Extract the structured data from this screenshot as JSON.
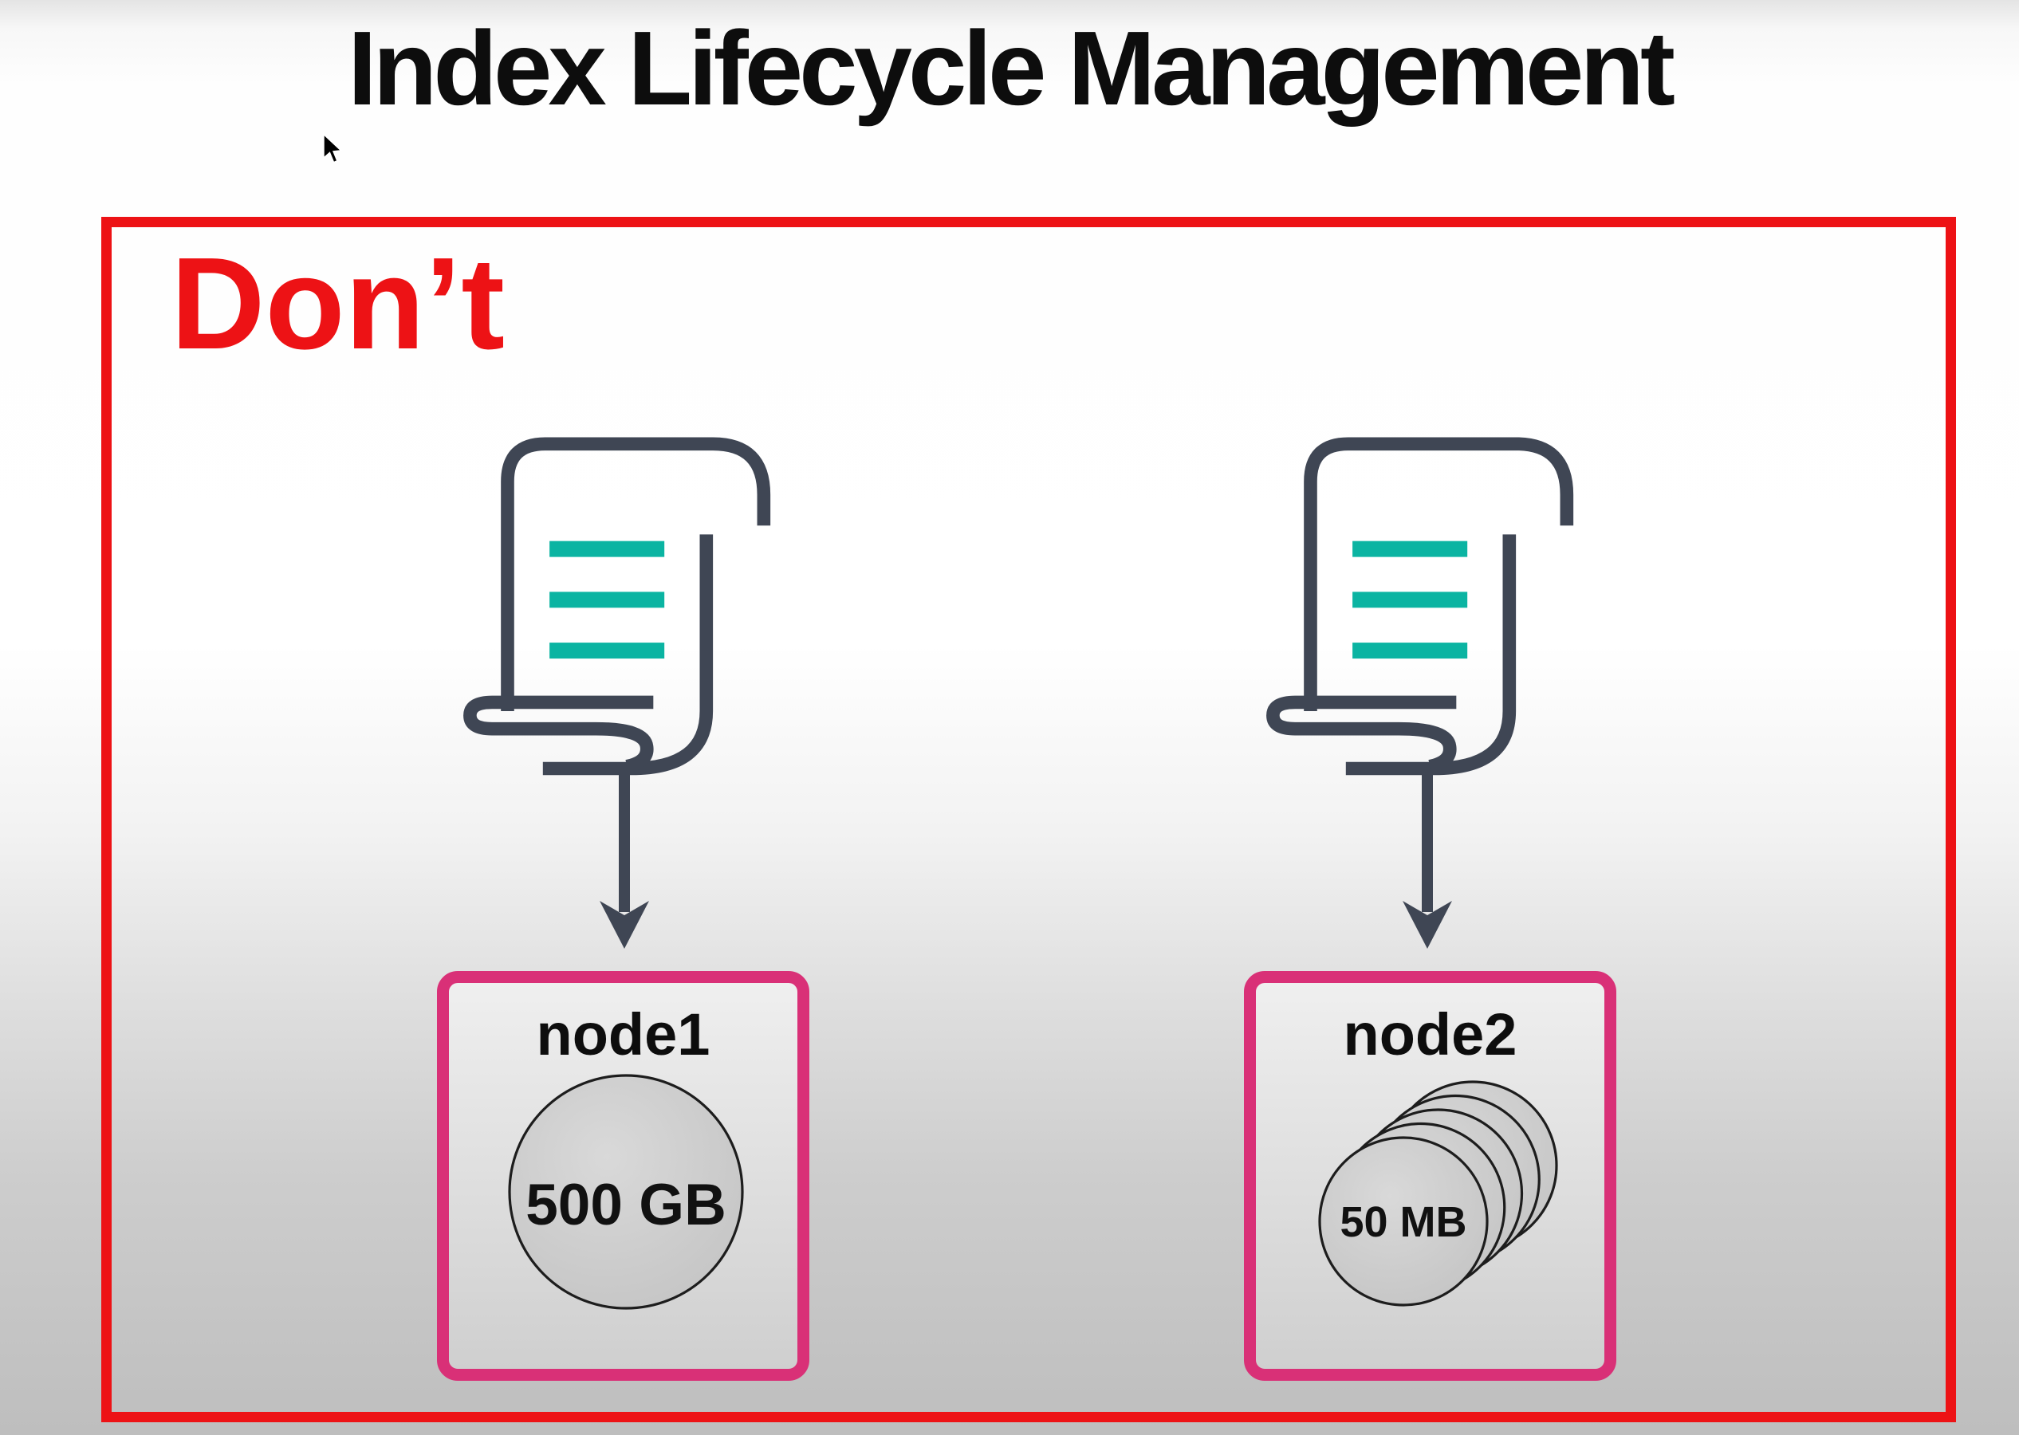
{
  "slide": {
    "title": "Index Lifecycle Management",
    "warning_label": "Don’t"
  },
  "nodes": [
    {
      "name": "node1",
      "storage": "500 GB",
      "disk_count": 1
    },
    {
      "name": "node2",
      "storage": "50 MB",
      "disk_count": 5
    }
  ],
  "icons": {
    "scroll": "scroll-document-icon",
    "arrow": "arrow-down-icon",
    "cursor": "mouse-pointer-icon"
  },
  "colors": {
    "accent_red": "#ED1215",
    "node_pink": "#D93077",
    "icon_dark": "#3F4654",
    "teal": "#0BB4A2",
    "disk_fill": "#CBCBCB",
    "disk_stroke": "#1D1D1D",
    "text_dark": "#0D0D0D"
  }
}
